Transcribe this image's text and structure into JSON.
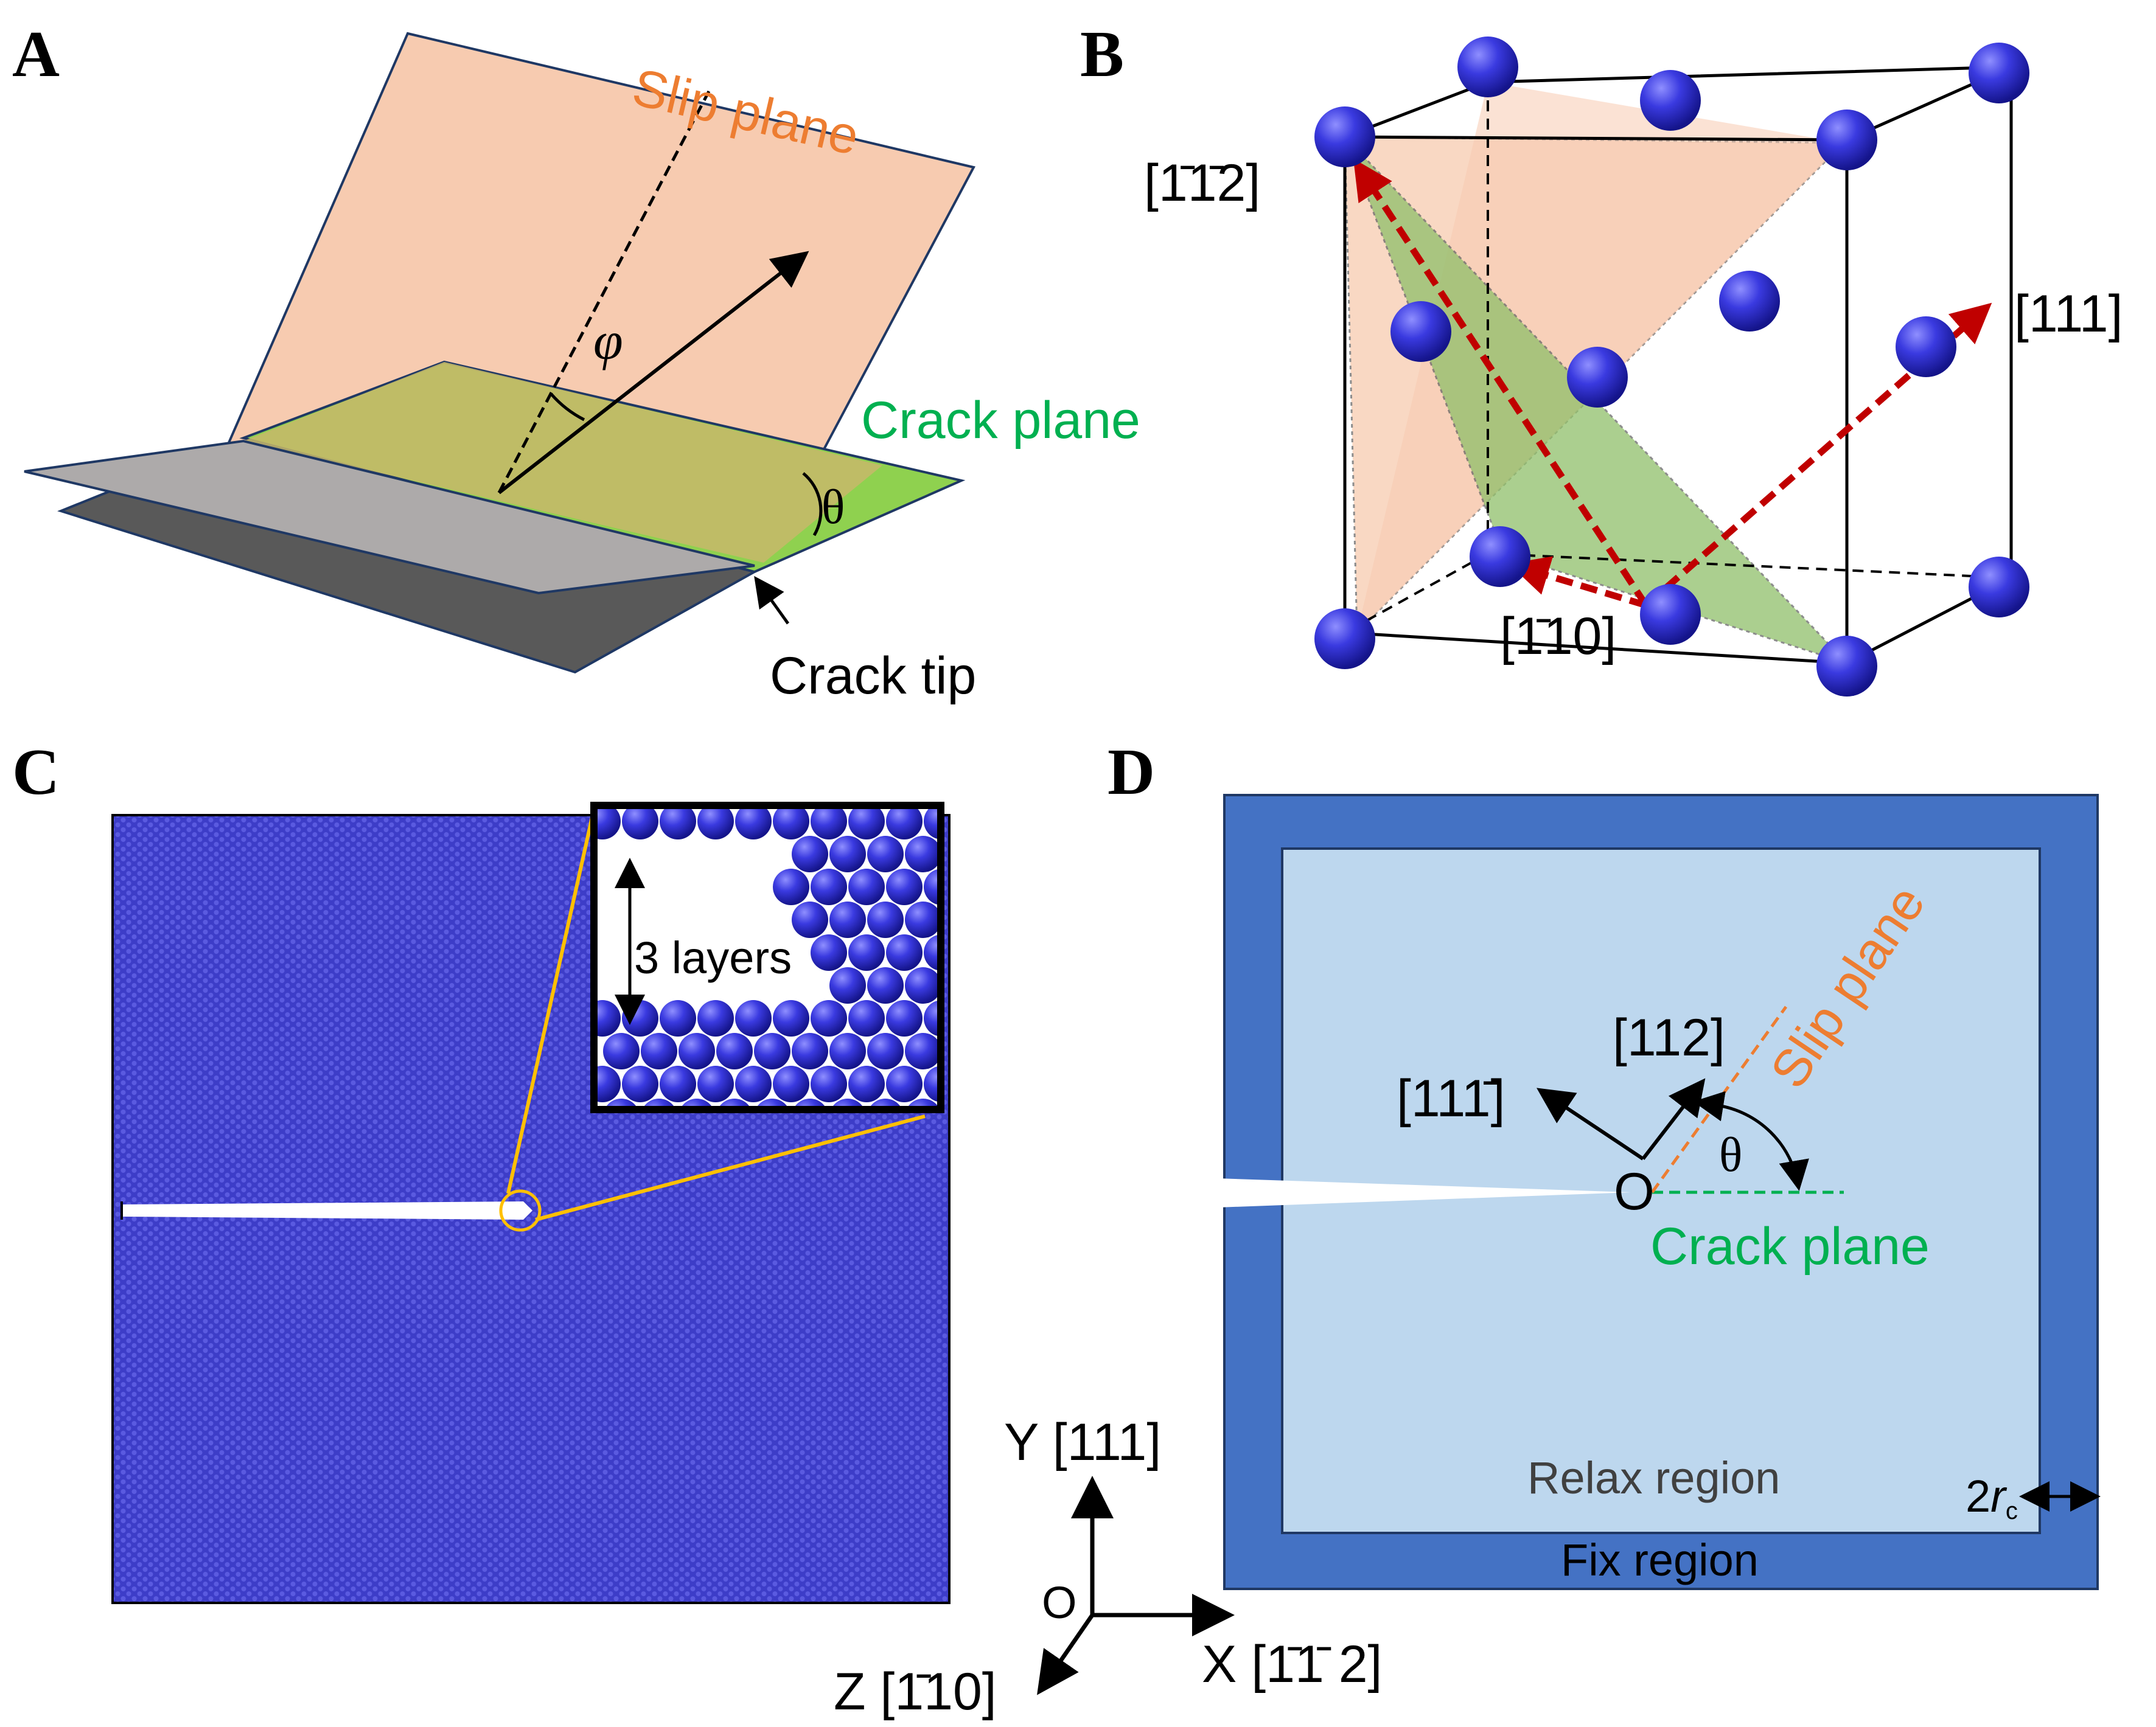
{
  "panels": {
    "A": {
      "letter": "A",
      "slip_plane": "Slip plane",
      "crack_plane": "Crack plane",
      "crack_tip": "Crack tip",
      "phi": "φ",
      "theta": "θ"
    },
    "B": {
      "letter": "B",
      "dir_112": "[1̄1̄2]",
      "dir_111": "[111]",
      "dir_110": "[1̄10]"
    },
    "C": {
      "letter": "C",
      "inset_label": "3 layers"
    },
    "D": {
      "letter": "D",
      "slip_plane": "Slip plane",
      "crack_plane": "Crack plane",
      "dir_112": "[112]",
      "dir_11_1": "[111̄]",
      "theta": "θ",
      "origin": "O",
      "relax_region": "Relax region",
      "fix_region": "Fix region",
      "rc_label_prefix": "2",
      "rc_label_var": "r",
      "rc_label_sub": "c"
    },
    "axes": {
      "y_label": "Y [111]",
      "x_label": "X [1̄1̄ 2]",
      "z_label": "Z [1̄10]",
      "origin": "O"
    }
  },
  "colors": {
    "slip_plane_fill": "#f7cbb0",
    "slip_text": "#ed7d31",
    "crack_green": "#8fd14f",
    "crack_text": "#00b050",
    "atom_blue": "#3333cc",
    "red_arrow": "#c00000",
    "region_fix": "#4472c4",
    "region_relax": "#bdd7ee",
    "inset_border": "#ffc000"
  }
}
